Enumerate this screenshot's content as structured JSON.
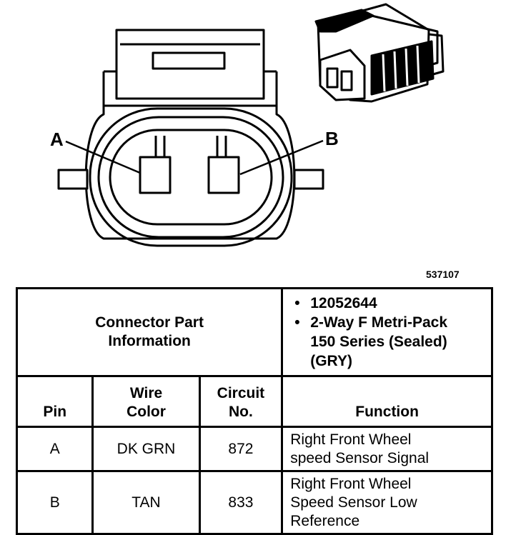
{
  "figure_id": "537107",
  "pins": {
    "a": "A",
    "b": "B"
  },
  "connector_info": {
    "label_line1": "Connector Part",
    "label_line2": "Information",
    "bullets": [
      "12052644",
      "2-Way F Metri-Pack",
      "150 Series (Sealed) (GRY)"
    ]
  },
  "headers": {
    "pin": "Pin",
    "wire_color_1": "Wire",
    "wire_color_2": "Color",
    "circuit_1": "Circuit",
    "circuit_2": "No.",
    "function": "Function"
  },
  "rows": [
    {
      "pin": "A",
      "wire_color": "DK GRN",
      "circuit": "872",
      "function_lines": [
        "Right Front Wheel",
        "speed Sensor Signal"
      ]
    },
    {
      "pin": "B",
      "wire_color": "TAN",
      "circuit": "833",
      "function_lines": [
        "Right Front Wheel",
        "Speed Sensor Low",
        "Reference"
      ]
    }
  ]
}
